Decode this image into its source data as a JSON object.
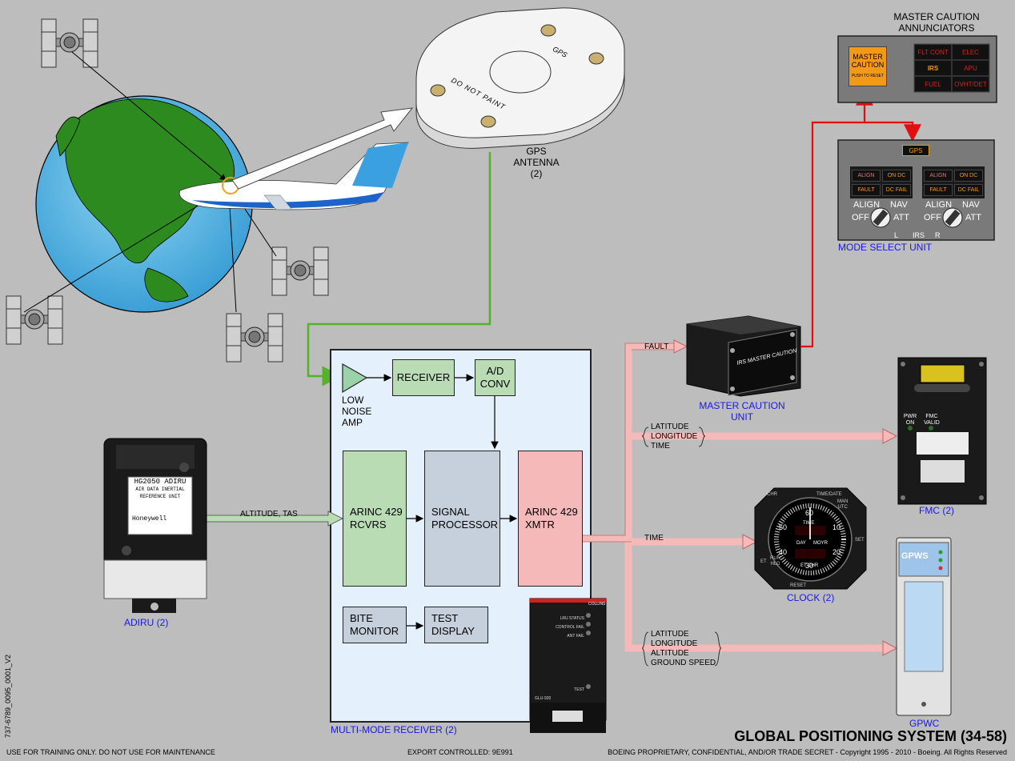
{
  "title": "GLOBAL POSITIONING SYSTEM (34-58)",
  "side_code": "737-6789_0095_0001_V2",
  "footer": {
    "left": "USE FOR TRAINING ONLY. DO NOT USE FOR MAINTENANCE",
    "center": "EXPORT CONTROLLED: 9E991",
    "right": "BOEING PROPRIETARY, CONFIDENTIAL, AND/OR TRADE SECRET - Copyright 1995 - 2010 - Boeing. All Rights Reserved"
  },
  "antenna": {
    "label_line1": "GPS",
    "label_line2": "ANTENNA",
    "label_line3": "(2)",
    "text_gps": "GPS",
    "text_paint": "DO NOT PAINT"
  },
  "mmr": {
    "label": "MULTI-MODE RECEIVER (2)",
    "lna_line1": "LOW",
    "lna_line2": "NOISE",
    "lna_line3": "AMP",
    "receiver": "RECEIVER",
    "ad_line1": "A/D",
    "ad_line2": "CONV",
    "rcvrs_line1": "ARINC 429",
    "rcvrs_line2": "RCVRS",
    "sp_line1": "SIGNAL",
    "sp_line2": "PROCESSOR",
    "xmtr_line1": "ARINC 429",
    "xmtr_line2": "XMTR",
    "bite_line1": "BITE",
    "bite_line2": "MONITOR",
    "test_line1": "TEST",
    "test_line2": "DISPLAY",
    "unit_status": "LRU STATUS",
    "control_fail": "CONTROL FAIL",
    "ant_fail": "ANT FAIL",
    "test": "TEST",
    "model": "GLU-920",
    "brand": "COLLINS"
  },
  "adiru": {
    "label": "ADIRU (2)",
    "signal": "ALTITUDE, TAS",
    "plate_title": "HG2050 ADIRU",
    "plate_sub1": "AIR DATA INERTIAL",
    "plate_sub2": "REFERENCE UNIT",
    "brand": "Honeywell"
  },
  "outputs": {
    "fault": "FAULT",
    "fmc_1": "LATITUDE",
    "fmc_2": "LONGITUDE",
    "fmc_3": "TIME",
    "clock": "TIME",
    "gpwc_1": "LATITUDE",
    "gpwc_2": "LONGITUDE",
    "gpwc_3": "ALTITUDE",
    "gpwc_4": "GROUND SPEED"
  },
  "mcu": {
    "label_line1": "MASTER CAUTION",
    "label_line2": "UNIT",
    "face": "IRS MASTER CAUTION"
  },
  "annunciators": {
    "title_line1": "MASTER CAUTION",
    "title_line2": "ANNUNCIATORS",
    "mc_line1": "MASTER",
    "mc_line2": "CAUTION",
    "mc_push": "PUSH TO RESET",
    "flt_cont": "FLT CONT",
    "elec": "ELEC",
    "irs": "IRS",
    "apu": "APU",
    "fuel": "FUEL",
    "ovht": "OVHT/DET"
  },
  "msu": {
    "label": "MODE SELECT UNIT",
    "gps": "GPS",
    "align": "ALIGN",
    "on_dc": "ON DC",
    "fault": "FAULT",
    "dc_fail": "DC FAIL",
    "knob_align": "ALIGN",
    "knob_nav": "NAV",
    "knob_off": "OFF",
    "knob_att": "ATT",
    "l": "L",
    "irs": "IRS",
    "r": "R"
  },
  "fmc": {
    "label": "FMC (2)",
    "pwr_line1": "PWR",
    "pwr_line2": "ON",
    "valid_line1": "FMC",
    "valid_line2": "VALID"
  },
  "clock": {
    "label": "CLOCK (2)",
    "chr": "CHR",
    "time_date": "TIME/DATE",
    "man": "MAN",
    "utc": "UTC",
    "set": "SET",
    "time": "TIME",
    "day": "DAY",
    "moyr": "MOYR",
    "et_chr": "ET CHR",
    "run": "RUN",
    "hld": "HLD",
    "et": "ET",
    "reset": "RESET",
    "dial": [
      "60",
      "10",
      "20",
      "30",
      "40",
      "50"
    ]
  },
  "gpwc": {
    "label": "GPWC",
    "logo": "GPWS"
  }
}
